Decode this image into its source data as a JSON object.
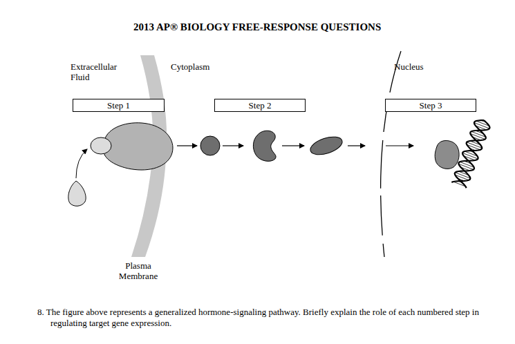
{
  "diagram": {
    "title": "2013 AP® BIOLOGY FREE-RESPONSE QUESTIONS",
    "caption": "8. The figure above represents a generalized hormone-signaling pathway. Briefly explain the role of each numbered step in regulating target gene expression.",
    "nodes": [
      {
        "text": [
          "Step 1"
        ]
      },
      {
        "text": [
          "Step 2"
        ]
      },
      {
        "text": [
          "Step 3"
        ]
      }
    ],
    "labels": [
      "Extracellular Fluid",
      "Cytoplasm",
      "Nucleus",
      "Plasma Membrane"
    ]
  }
}
